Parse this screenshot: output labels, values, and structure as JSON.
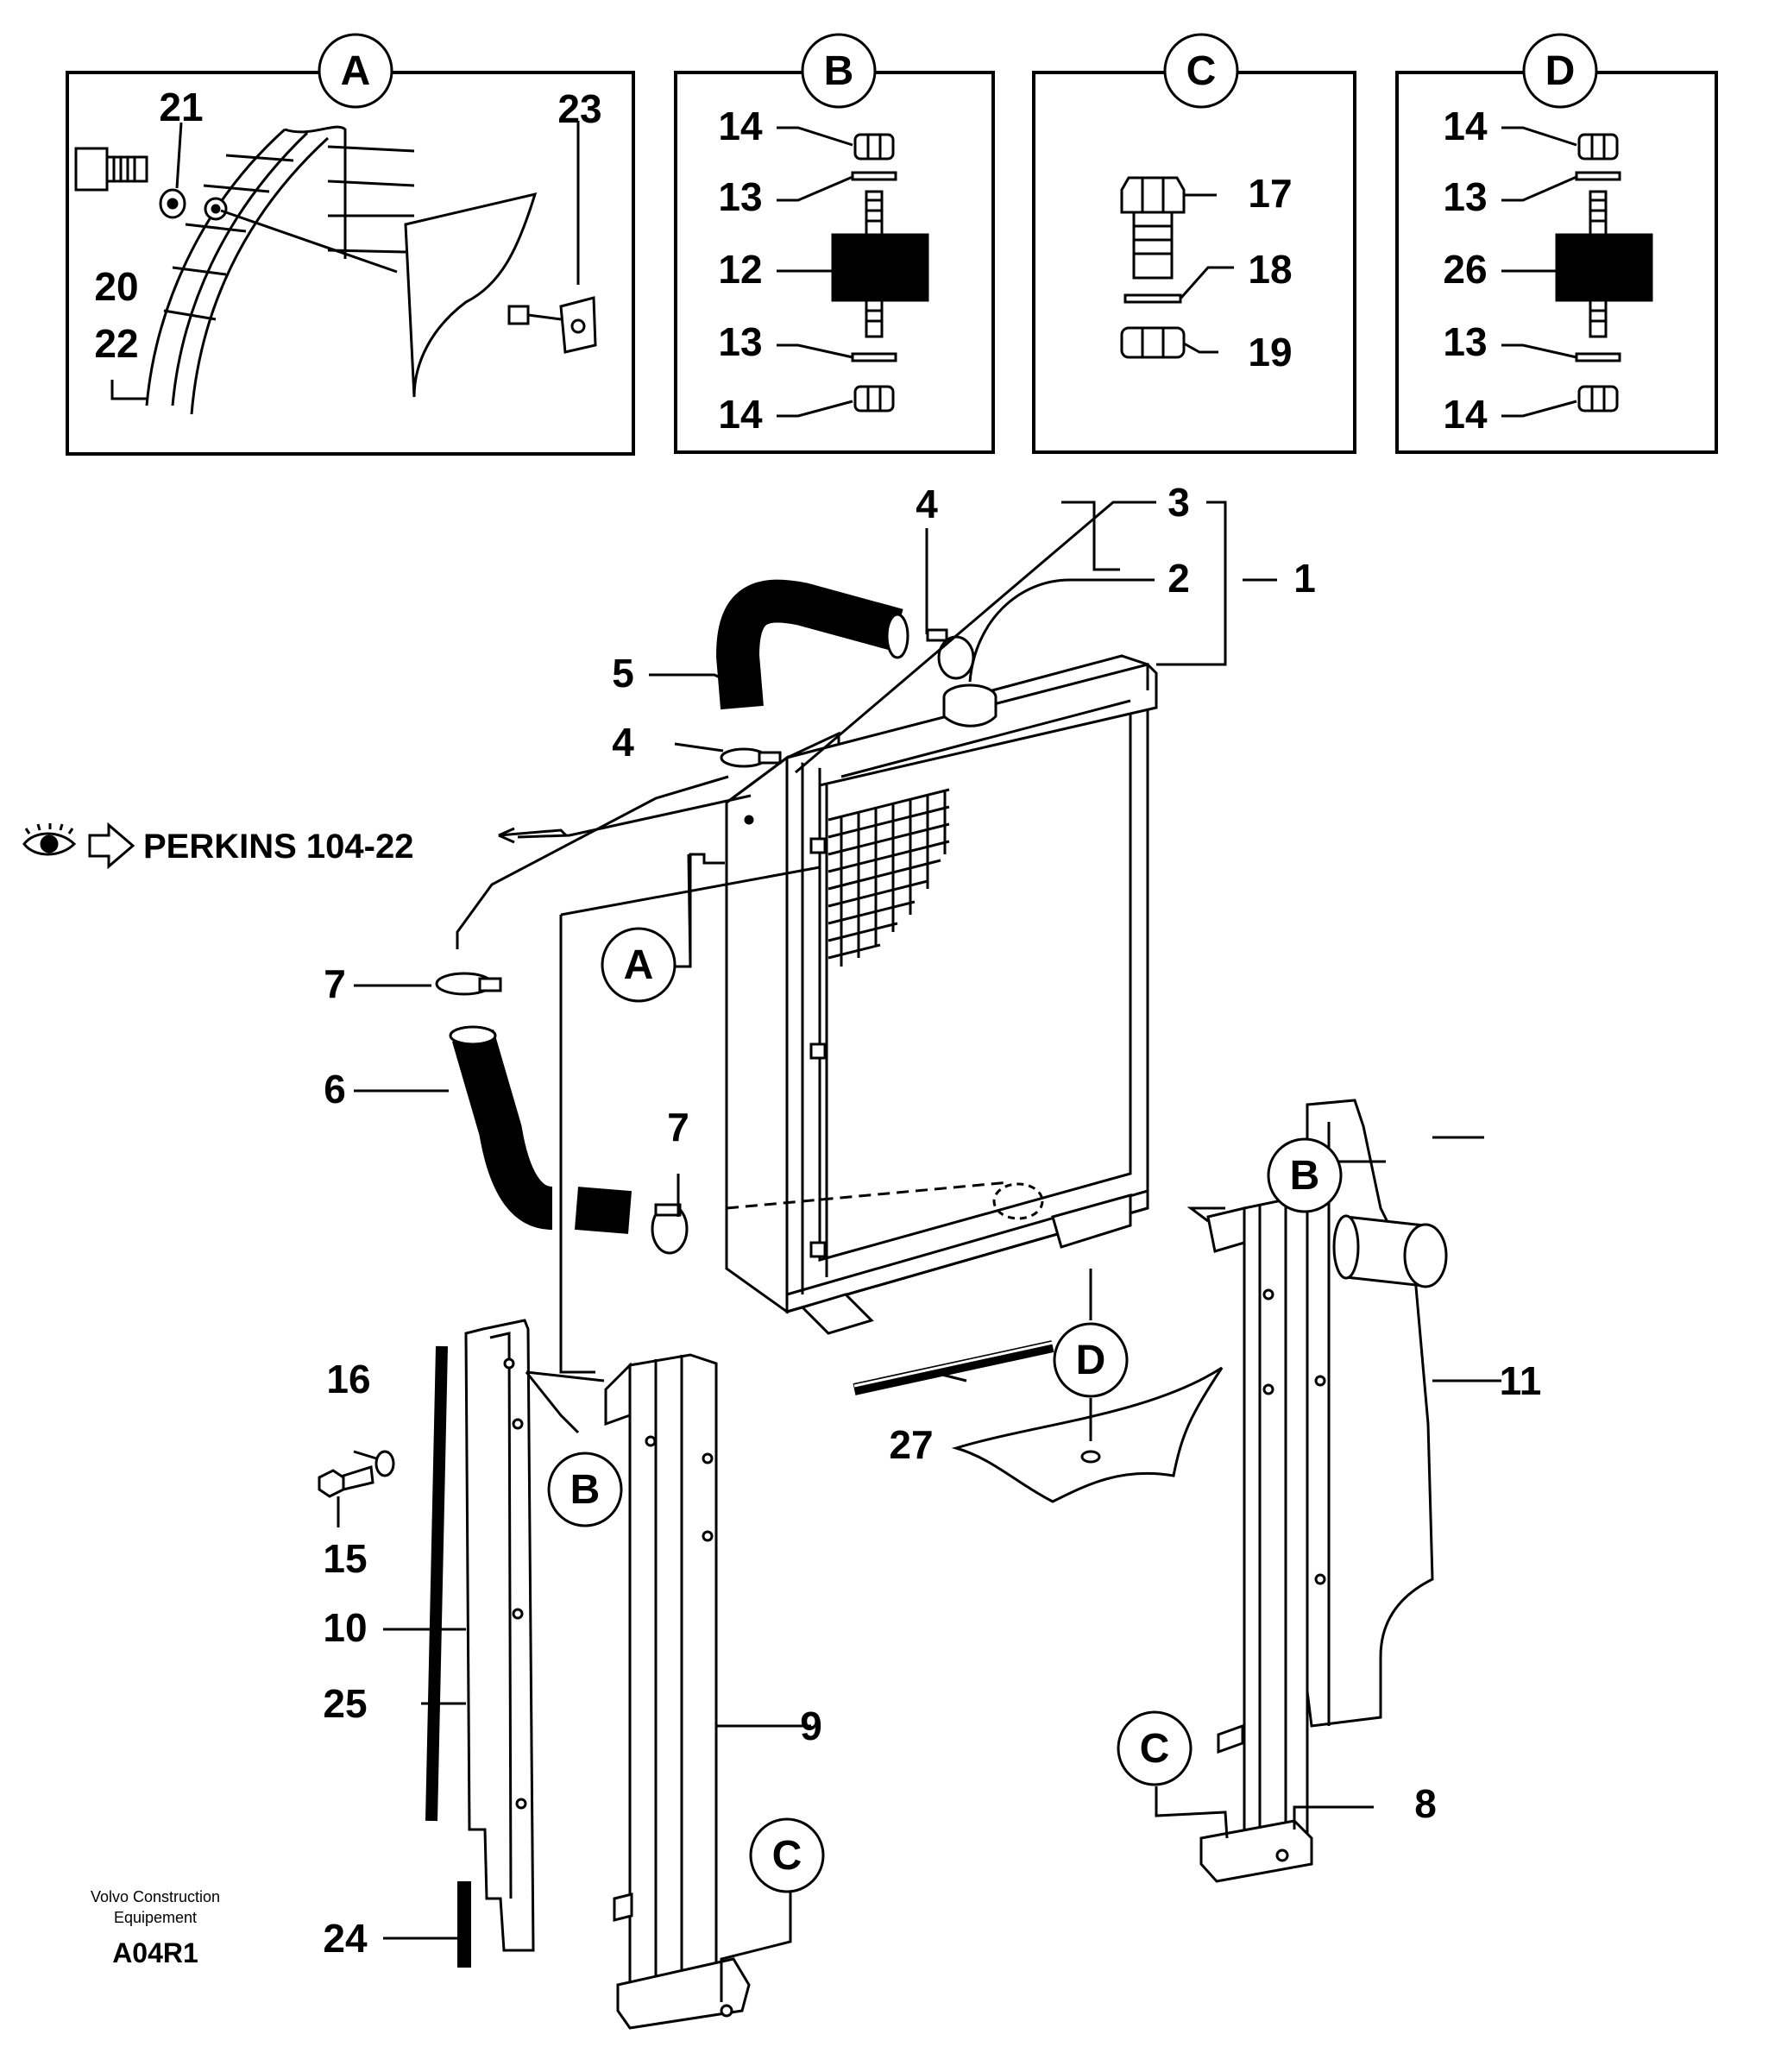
{
  "detail_panels": [
    {
      "id": "A",
      "callouts": [
        "21",
        "23",
        "20",
        "22"
      ]
    },
    {
      "id": "B",
      "callouts": [
        "14",
        "13",
        "12",
        "13",
        "14"
      ]
    },
    {
      "id": "C",
      "callouts": [
        "17",
        "18",
        "19"
      ]
    },
    {
      "id": "D",
      "callouts": [
        "14",
        "13",
        "26",
        "13",
        "14"
      ]
    }
  ],
  "main_callouts": {
    "n1": "1",
    "n2": "2",
    "n3": "3",
    "n4a": "4",
    "n4b": "4",
    "n5": "5",
    "n6": "6",
    "n7a": "7",
    "n7b": "7",
    "n8": "8",
    "n9": "9",
    "n10": "10",
    "n11": "11",
    "n15": "15",
    "n16": "16",
    "n24": "24",
    "n25": "25",
    "n27": "27"
  },
  "detail_refs": {
    "a_main": "A",
    "b_right": "B",
    "b_left": "B",
    "c_right": "C",
    "c_left": "C",
    "d_main": "D"
  },
  "reference": {
    "text": "PERKINS 104-22",
    "icons": [
      "eye-icon",
      "arrow-right-icon"
    ]
  },
  "footer": {
    "brand_line1": "Volvo Construction",
    "brand_line2": "Equipement",
    "code": "A04R1"
  }
}
